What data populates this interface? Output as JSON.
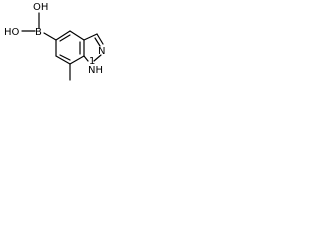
{
  "molecule": {
    "labels": {
      "oh_top": "OH",
      "oh_left": "HO",
      "boron": "B",
      "n_ring": "N",
      "nh_number": "1",
      "nh_atom": "NH"
    }
  },
  "colors": {
    "bond": "#000000",
    "text": "#000000",
    "background": "#ffffff"
  }
}
